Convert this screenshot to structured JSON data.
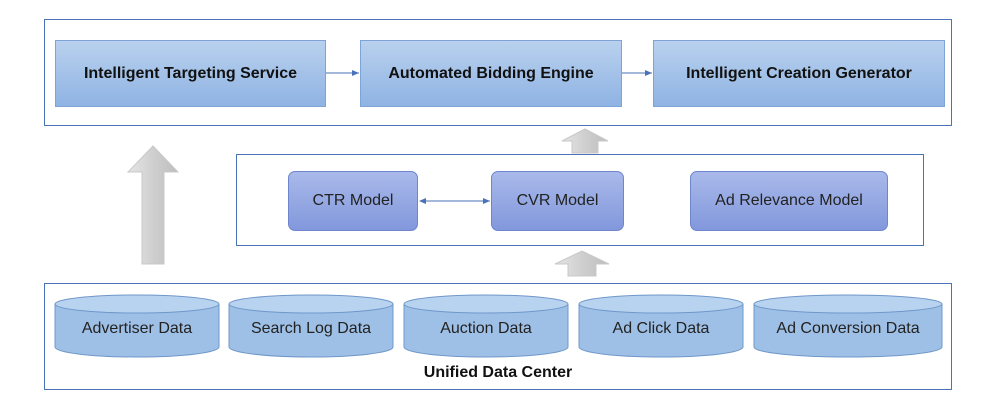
{
  "services": [
    {
      "label": "Intelligent Targeting Service"
    },
    {
      "label": "Automated Bidding Engine"
    },
    {
      "label": "Intelligent Creation Generator"
    }
  ],
  "models": [
    {
      "label": "CTR Model"
    },
    {
      "label": "CVR Model"
    },
    {
      "label": "Ad Relevance Model"
    }
  ],
  "data_sources": [
    {
      "label": "Advertiser Data"
    },
    {
      "label": "Search Log Data"
    },
    {
      "label": "Auction Data"
    },
    {
      "label": "Ad Click Data"
    },
    {
      "label": "Ad Conversion Data"
    }
  ],
  "data_center_label": "Unified Data Center",
  "colors": {
    "frame": "#4a72b8",
    "service": "#9dbde8",
    "model": "#8fa3e0",
    "cylinder": "#9ec0e6",
    "arrow": "#d0d0d0"
  }
}
